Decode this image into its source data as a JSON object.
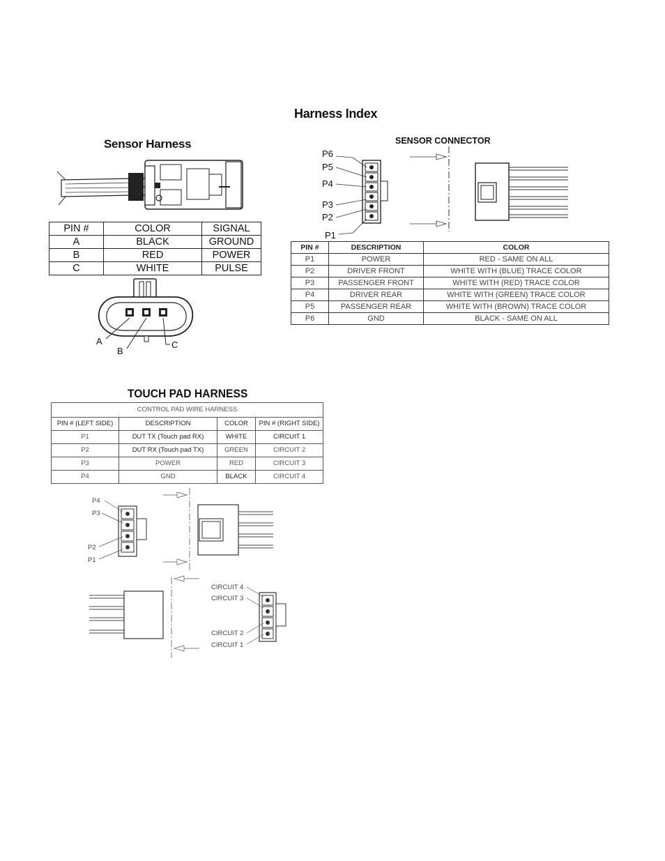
{
  "harness_index_title": "Harness Index",
  "sensor_harness": {
    "title": "Sensor Harness",
    "headers": [
      "PIN #",
      "COLOR",
      "SIGNAL"
    ],
    "rows": [
      [
        "A",
        "BLACK",
        "GROUND"
      ],
      [
        "B",
        "RED",
        "POWER"
      ],
      [
        "C",
        "WHITE",
        "PULSE"
      ]
    ],
    "pin_labels": [
      "A",
      "B",
      "C"
    ]
  },
  "sensor_connector": {
    "title": "SENSOR CONNECTOR",
    "pin_labels": [
      "P6",
      "P5",
      "P4",
      "P3",
      "P2",
      "P1"
    ],
    "headers": [
      "PIN #",
      "DESCRIPTION",
      "COLOR"
    ],
    "rows": [
      [
        "P1",
        "POWER",
        "RED - SAME ON ALL"
      ],
      [
        "P2",
        "DRIVER FRONT",
        "WHITE WITH (BLUE) TRACE COLOR"
      ],
      [
        "P3",
        "PASSENGER FRONT",
        "WHITE WITH (RED) TRACE COLOR"
      ],
      [
        "P4",
        "DRIVER REAR",
        "WHITE WITH (GREEN) TRACE COLOR"
      ],
      [
        "P5",
        "PASSENGER REAR",
        "WHITE WITH (BROWN) TRACE COLOR"
      ],
      [
        "P6",
        "GND",
        "BLACK - SAME ON ALL"
      ]
    ]
  },
  "touch_pad_harness": {
    "title": "TOUCH PAD HARNESS",
    "table_caption": "CONTROL PAD WIRE HARNESS",
    "headers": [
      "PIN # (LEFT SIDE)",
      "DESCRIPTION",
      "COLOR",
      "PIN # (RIGHT SIDE)"
    ],
    "rows": [
      [
        "P1",
        "DUT TX (Touch pad RX)",
        "WHITE",
        "CIRCUIT 1"
      ],
      [
        "P2",
        "DUT RX (Touch pad TX)",
        "GREEN",
        "CIRCUIT 2"
      ],
      [
        "P3",
        "POWER",
        "RED",
        "CIRCUIT 3"
      ],
      [
        "P4",
        "GND",
        "BLACK",
        "CIRCUIT 4"
      ]
    ],
    "left_pin_labels": [
      "P4",
      "P3",
      "P2",
      "P1"
    ],
    "circuit_labels": [
      "CIRCUIT 4",
      "CIRCUIT 3",
      "CIRCUIT 2",
      "CIRCUIT 1"
    ]
  }
}
